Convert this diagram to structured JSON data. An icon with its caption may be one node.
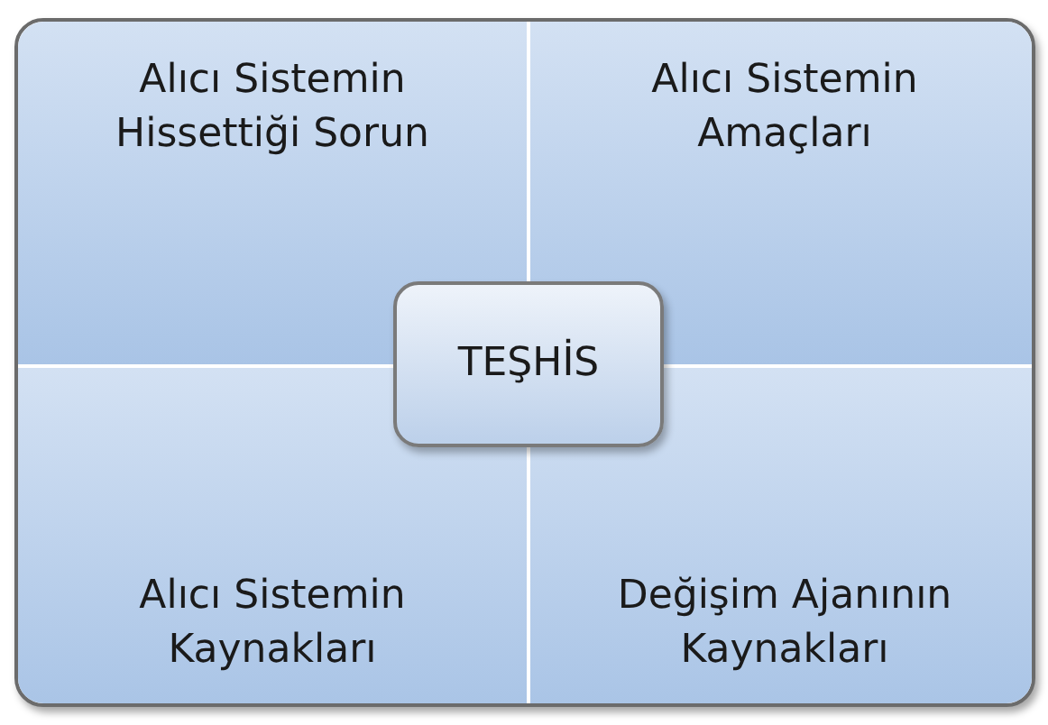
{
  "diagram": {
    "nodes": [
      {
        "text": [],
        "shape": "box"
      },
      {
        "text": [
          "Alıcı Sistemin Hissettiği Sorun"
        ],
        "in": 0
      },
      {
        "text": [
          "Alıcı Sistemin Amaçları"
        ],
        "in": 0
      },
      {
        "text": [
          "Alıcı Sistemin Kaynakları"
        ],
        "in": 0
      },
      {
        "text": [
          "Değişim Ajanının Kaynakları"
        ],
        "in": 0
      },
      {
        "text": [
          "TEŞHİS"
        ],
        "in": 0
      }
    ]
  }
}
